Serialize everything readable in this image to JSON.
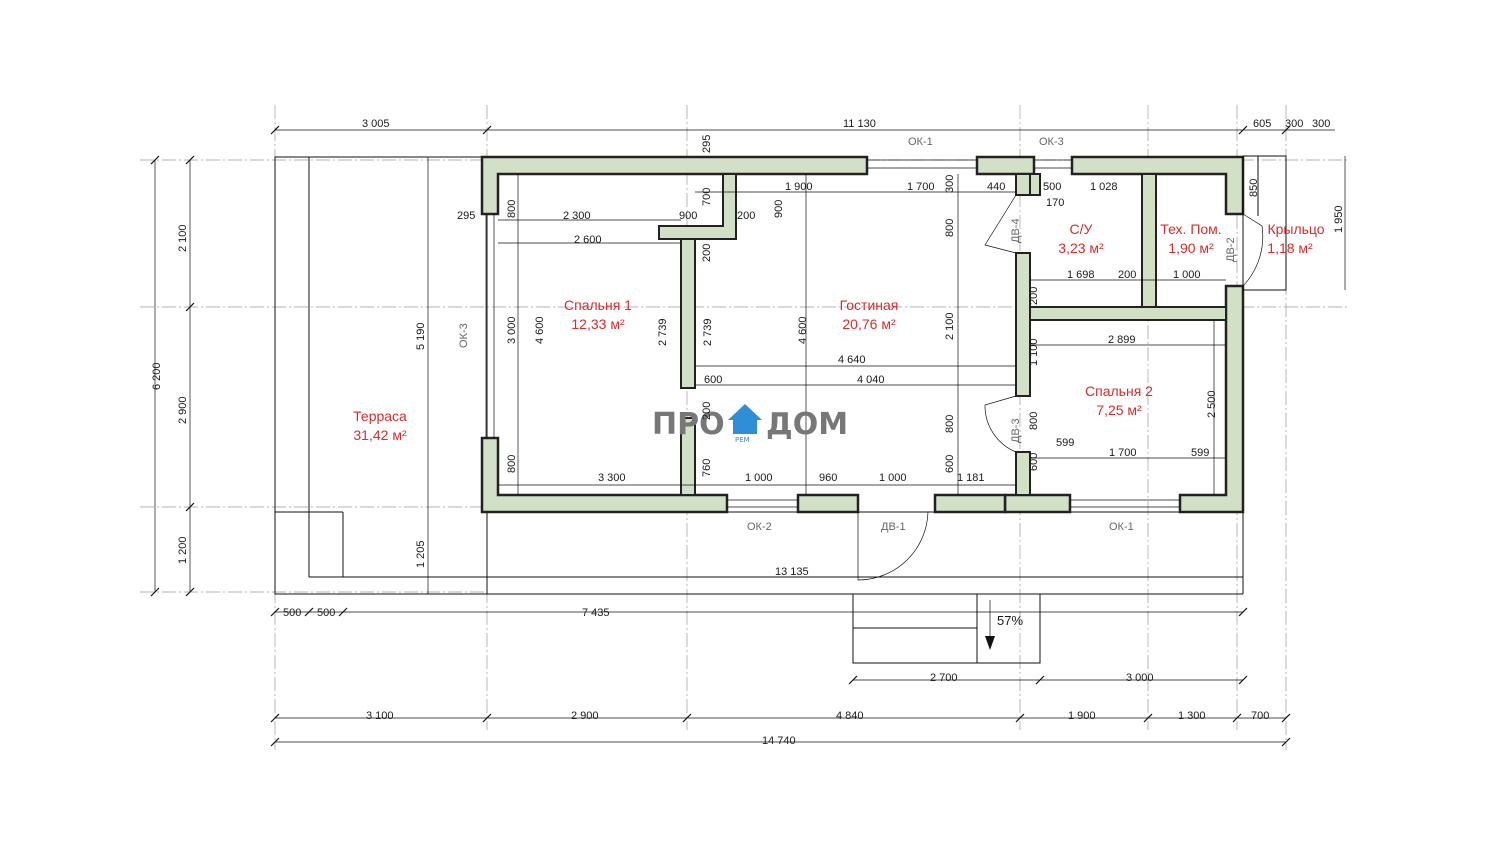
{
  "rooms": [
    {
      "name": "Терраса",
      "area": "31,42 м²"
    },
    {
      "name": "Спальня 1",
      "area": "12,33 м²"
    },
    {
      "name": "Гостиная",
      "area": "20,76 м²"
    },
    {
      "name": "С/У",
      "area": "3,23 м²"
    },
    {
      "name": "Тех. Пом.",
      "area": "1,90 м²"
    },
    {
      "name": "Крыльцо",
      "area": "1,18 м²"
    },
    {
      "name": "Спальня 2",
      "area": "7,25 м²"
    }
  ],
  "openings": {
    "ok1_top": "ОК-1",
    "ok3_top": "ОК-3",
    "ok3_left": "ОК-3",
    "ok2_bottom": "ОК-2",
    "ok1_bottom": "ОК-1",
    "dv1": "ДВ-1",
    "dv2": "ДВ-2",
    "dv3": "ДВ-3",
    "dv4": "ДВ-4"
  },
  "slope": "57%",
  "logo": {
    "left": "ПРО",
    "right": "ДОМ",
    "sub": "РЕМ"
  },
  "dims": {
    "top": [
      "3 005",
      "11 130",
      "605",
      "300",
      "300"
    ],
    "left_outer": [
      "6 200"
    ],
    "left_inner": [
      "2 100",
      "2 900",
      "1 200"
    ],
    "right": [
      "1 950"
    ],
    "bottom_1": [
      "500",
      "500",
      "7 435"
    ],
    "bottom_2": [
      "2 700",
      "3 000"
    ],
    "bottom_3": [
      "3 100",
      "2 900",
      "4 840",
      "1 900",
      "1 300",
      "700"
    ],
    "bottom_total": "14 740",
    "terrace_height": "5 190",
    "terrace_bottom": "1 205",
    "overall_line": "13 135",
    "interior": {
      "d295_top": "295",
      "d295_left": "295",
      "d700": "700",
      "d800_a": "800",
      "d2300": "2 300",
      "d900": "900",
      "d200_a": "200",
      "d900_v": "900",
      "d1900": "1 900",
      "d1700": "1 700",
      "d300": "300",
      "d440": "440",
      "d500": "500",
      "d1028": "1 028",
      "d850": "850",
      "d170": "170",
      "d2600": "2 600",
      "d200_b": "200",
      "d800_b": "800",
      "d1698": "1 698",
      "d200_c": "200",
      "d1000_a": "1 000",
      "d200_d": "200",
      "d3000": "3 000",
      "d4600_a": "4 600",
      "d2739_a": "2 739",
      "d2739_b": "2 739",
      "d4600_b": "4 600",
      "d2100": "2 100",
      "d2899": "2 899",
      "d1100": "1 100",
      "d4640": "4 640",
      "d600_a": "600",
      "d4040": "4 040",
      "d2500": "2 500",
      "d200_e": "200",
      "d800_c": "800",
      "d800_d": "800",
      "d599_a": "599",
      "d1700_b": "1 700",
      "d599_b": "599",
      "d800_e": "800",
      "d760": "760",
      "d600_b": "600",
      "d600_c": "600",
      "d3300": "3 300",
      "d1000_b": "1 000",
      "d960": "960",
      "d1000_c": "1 000",
      "d1181": "1 181"
    }
  }
}
